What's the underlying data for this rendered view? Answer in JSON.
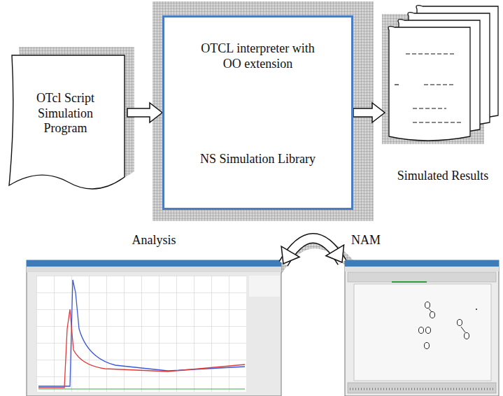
{
  "diagram": {
    "nodes": [
      {
        "text": [
          "OTcl Script Simulation Program"
        ]
      },
      {
        "text": [
          "OTCL interpreter with OO extension",
          "NS Simulation Library"
        ]
      },
      {
        "text": [
          "Simulated Results"
        ]
      },
      {
        "text": [
          "Analysis"
        ]
      },
      {
        "text": [
          "NAM"
        ]
      }
    ],
    "edges": [
      {
        "from": 0,
        "to": 1,
        "arrow": "to"
      },
      {
        "from": 1,
        "to": 2,
        "arrow": "to"
      },
      {
        "from": 3,
        "to": 4,
        "arrow": "both"
      }
    ]
  }
}
